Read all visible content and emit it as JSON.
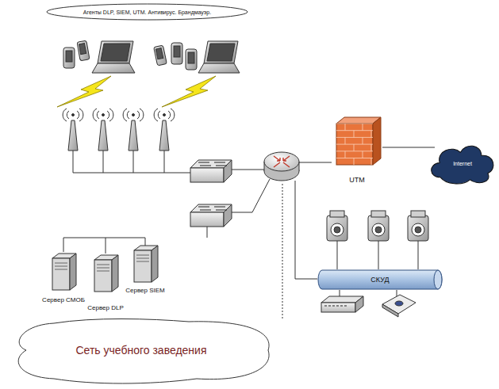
{
  "diagram": {
    "nodes": [
      {
        "text": [
          "Агенты DLP, SIEM, UTM. Антивирус. Брандмауэр."
        ]
      },
      {
        "text": [
          "UTM"
        ]
      },
      {
        "text": [
          "Internet"
        ]
      },
      {
        "text": [
          "СКУД"
        ]
      },
      {
        "text": [
          "Сервер СМОБ"
        ]
      },
      {
        "text": [
          "Сервер DLP"
        ]
      },
      {
        "text": [
          "Сервер SIEM"
        ]
      },
      {
        "text": [
          "Сеть учебного заведения"
        ]
      }
    ],
    "edges": [
      {
        "from": 1,
        "to": 2,
        "arrow": "none"
      }
    ]
  }
}
